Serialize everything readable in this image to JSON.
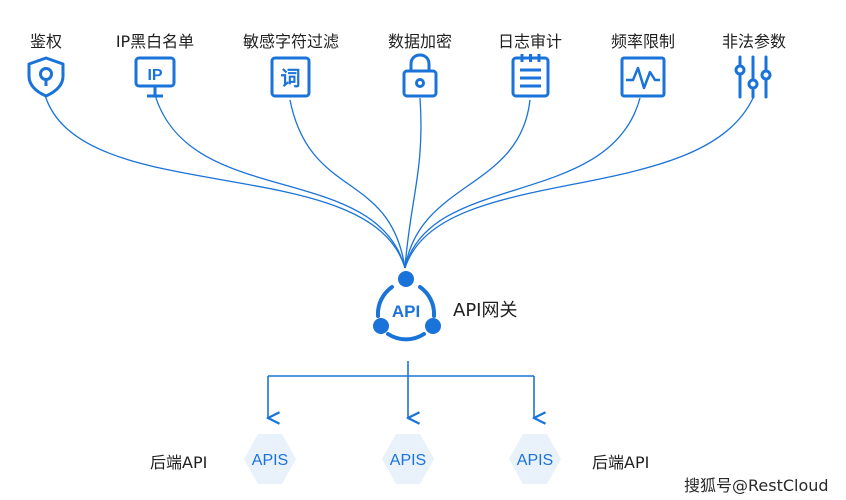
{
  "features": [
    {
      "label": "鉴权",
      "icon": "shield-key-icon"
    },
    {
      "label": "IP黑白名单",
      "icon": "ip-monitor-icon"
    },
    {
      "label": "敏感字符过滤",
      "icon": "word-filter-icon"
    },
    {
      "label": "数据加密",
      "icon": "lock-icon"
    },
    {
      "label": "日志审计",
      "icon": "log-clipboard-icon"
    },
    {
      "label": "频率限制",
      "icon": "frequency-chart-icon"
    },
    {
      "label": "非法参数",
      "icon": "sliders-icon"
    }
  ],
  "gateway": {
    "logo_text": "API",
    "label": "API网关",
    "icon": "api-gateway-logo-icon"
  },
  "backends": {
    "left_label": "后端API",
    "right_label": "后端API",
    "nodes": [
      {
        "label": "APIS"
      },
      {
        "label": "APIS"
      },
      {
        "label": "APIS"
      }
    ]
  },
  "watermark": "搜狐号@RestCloud",
  "colors": {
    "accent": "#1a73d9",
    "hex_fill": "#e9f1fb"
  }
}
